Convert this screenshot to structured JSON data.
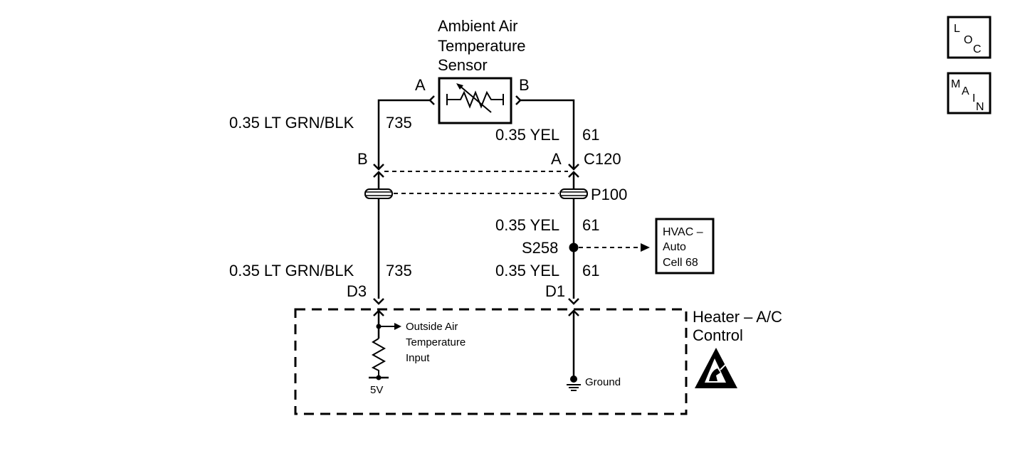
{
  "sensor": {
    "title_line1": "Ambient Air",
    "title_line2": "Temperature",
    "title_line3": "Sensor",
    "pin_a": "A",
    "pin_b": "B"
  },
  "wire_left_upper": {
    "gauge_color": "0.35 LT GRN/BLK",
    "circuit": "735"
  },
  "wire_right_upper": {
    "gauge_color": "0.35 YEL",
    "circuit": "61"
  },
  "connector_c120": {
    "pin_left": "B",
    "pin_right": "A",
    "name": "C120"
  },
  "connector_p100": {
    "name": "P100"
  },
  "wire_right_mid": {
    "gauge_color": "0.35 YEL",
    "circuit": "61"
  },
  "splice": {
    "name": "S258"
  },
  "hvac_ref": {
    "line1": "HVAC –",
    "line2": "Auto",
    "line3": "Cell 68"
  },
  "wire_left_lower": {
    "gauge_color": "0.35 LT GRN/BLK",
    "circuit": "735",
    "pin": "D3"
  },
  "wire_right_lower": {
    "gauge_color": "0.35 YEL",
    "circuit": "61",
    "pin": "D1"
  },
  "module": {
    "title_line1": "Heater – A/C",
    "title_line2": "Control"
  },
  "input_label": {
    "line1": "Outside Air",
    "line2": "Temperature",
    "line3": "Input"
  },
  "voltage": "5V",
  "ground_label": "Ground",
  "loc_button": {
    "l1": "L",
    "l2": "O",
    "l3": "C"
  },
  "main_button": {
    "l1": "M",
    "l2": "A",
    "l3": "I",
    "l4": "N"
  }
}
